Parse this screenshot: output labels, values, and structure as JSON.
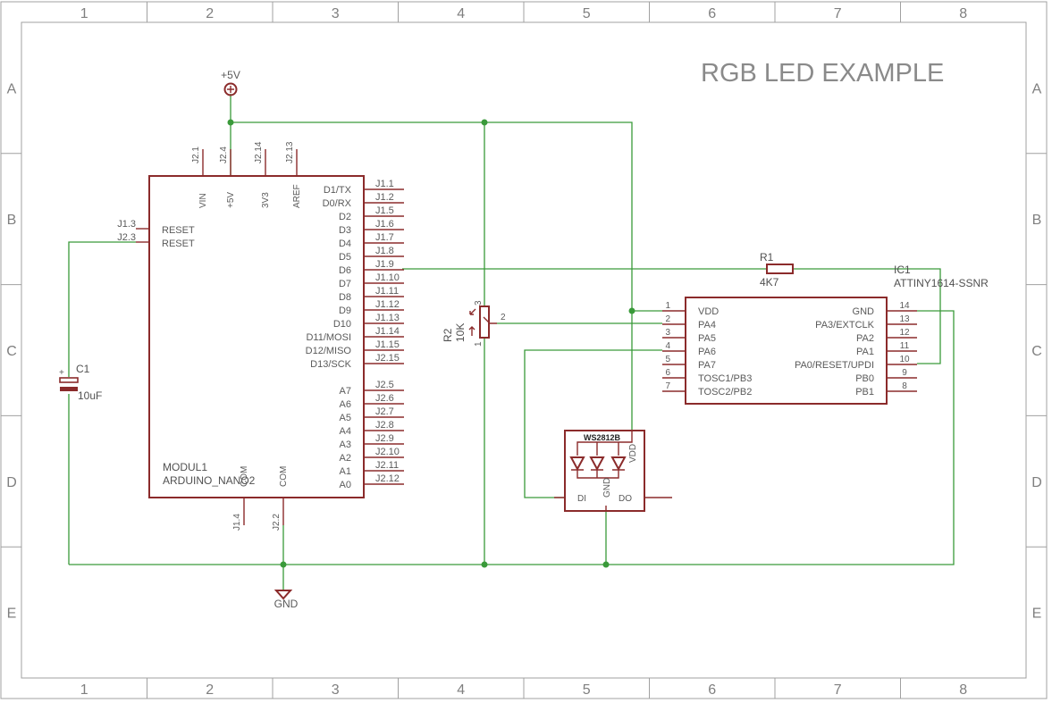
{
  "title": "RGB LED EXAMPLE",
  "frame": {
    "columns": [
      "1",
      "2",
      "3",
      "4",
      "5",
      "6",
      "7",
      "8"
    ],
    "rows": [
      "A",
      "B",
      "C",
      "D",
      "E"
    ]
  },
  "power": {
    "vcc_label": "+5V",
    "gnd_label": "GND"
  },
  "module": {
    "name": "MODUL1",
    "value": "ARDUINO_NANO2",
    "top_pins": [
      {
        "ref": "J2.1",
        "name": "VIN"
      },
      {
        "ref": "J2.4",
        "name": "+5V"
      },
      {
        "ref": "J2.14",
        "name": "3V3"
      },
      {
        "ref": "J2.13",
        "name": "AREF"
      }
    ],
    "left_pins": [
      {
        "ref": "J1.3",
        "name": "RESET"
      },
      {
        "ref": "J2.3",
        "name": "RESET"
      }
    ],
    "right_pins_top": [
      {
        "ref": "J1.1",
        "name": "D1/TX"
      },
      {
        "ref": "J1.2",
        "name": "D0/RX"
      },
      {
        "ref": "J1.5",
        "name": "D2"
      },
      {
        "ref": "J1.6",
        "name": "D3"
      },
      {
        "ref": "J1.7",
        "name": "D4"
      },
      {
        "ref": "J1.8",
        "name": "D5"
      },
      {
        "ref": "J1.9",
        "name": "D6"
      },
      {
        "ref": "J1.10",
        "name": "D7"
      },
      {
        "ref": "J1.11",
        "name": "D8"
      },
      {
        "ref": "J1.12",
        "name": "D9"
      },
      {
        "ref": "J1.13",
        "name": "D10"
      },
      {
        "ref": "J1.14",
        "name": "D11/MOSI"
      },
      {
        "ref": "J1.15",
        "name": "D12/MISO"
      },
      {
        "ref": "J2.15",
        "name": "D13/SCK"
      }
    ],
    "right_pins_bottom": [
      {
        "ref": "J2.5",
        "name": "A7"
      },
      {
        "ref": "J2.6",
        "name": "A6"
      },
      {
        "ref": "J2.7",
        "name": "A5"
      },
      {
        "ref": "J2.8",
        "name": "A4"
      },
      {
        "ref": "J2.9",
        "name": "A3"
      },
      {
        "ref": "J2.10",
        "name": "A2"
      },
      {
        "ref": "J2.11",
        "name": "A1"
      },
      {
        "ref": "J2.12",
        "name": "A0"
      }
    ],
    "bottom_pins": [
      {
        "ref": "J1.4",
        "name": "COM"
      },
      {
        "ref": "J2.2",
        "name": "COM"
      }
    ]
  },
  "c1": {
    "ref": "C1",
    "value": "10uF",
    "plus": "+"
  },
  "r1": {
    "ref": "R1",
    "value": "4K7"
  },
  "r2": {
    "ref": "R2",
    "value": "10K",
    "pins": [
      "1",
      "2",
      "3"
    ]
  },
  "ic1": {
    "ref": "IC1",
    "value": "ATTINY1614-SSNR",
    "left_pins": [
      {
        "num": "1",
        "name": "VDD"
      },
      {
        "num": "2",
        "name": "PA4"
      },
      {
        "num": "3",
        "name": "PA5"
      },
      {
        "num": "4",
        "name": "PA6"
      },
      {
        "num": "5",
        "name": "PA7"
      },
      {
        "num": "6",
        "name": "TOSC1/PB3"
      },
      {
        "num": "7",
        "name": "TOSC2/PB2"
      }
    ],
    "right_pins": [
      {
        "num": "14",
        "name": "GND"
      },
      {
        "num": "13",
        "name": "PA3/EXTCLK"
      },
      {
        "num": "12",
        "name": "PA2"
      },
      {
        "num": "11",
        "name": "PA1"
      },
      {
        "num": "10",
        "name": "PA0/RESET/UPDI"
      },
      {
        "num": "9",
        "name": "PB0"
      },
      {
        "num": "8",
        "name": "PB1"
      }
    ]
  },
  "ws": {
    "name": "WS2812B",
    "di": "DI",
    "do": "DO",
    "gnd": "GND",
    "vdd": "VDD"
  }
}
